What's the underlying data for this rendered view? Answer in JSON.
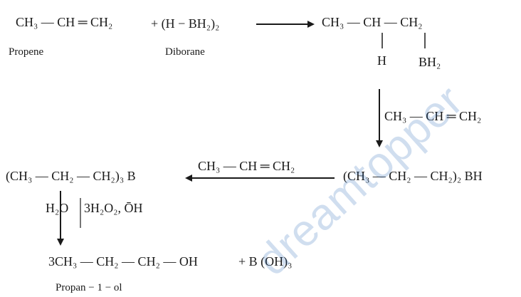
{
  "reaction": {
    "step1": {
      "propene_formula": "CH₃ — CH ═ CH₂",
      "plus_diborane": "+ (H − BH₂)₂",
      "propene_label": "Propene",
      "diborane_label": "Diborane",
      "adduct_formula": "CH₃ — CH — CH₂",
      "adduct_sub_h": "H",
      "adduct_sub_bh2": "BH₂"
    },
    "step2": {
      "reagent": "CH₃ — CH ═ CH₂",
      "product": "(CH₃ — CH₂ — CH₂)₂ BH"
    },
    "step3": {
      "reagent": "CH₃ — CH ═ CH₂",
      "product": "(CH₃ — CH₂ — CH₂)₃ B"
    },
    "step4": {
      "reagent_water": "H₂O",
      "reagent_peroxide": "3H₂O₂, ŌH",
      "product": "3CH₃ — CH₂ — CH₂ — OH",
      "byproduct": "+ B (OH)₃",
      "product_label": "Propan − 1 − ol"
    }
  },
  "watermark": {
    "text": "dreamtopper"
  },
  "colors": {
    "ink": "#1a1a1a",
    "watermark": "#2e6db8"
  }
}
